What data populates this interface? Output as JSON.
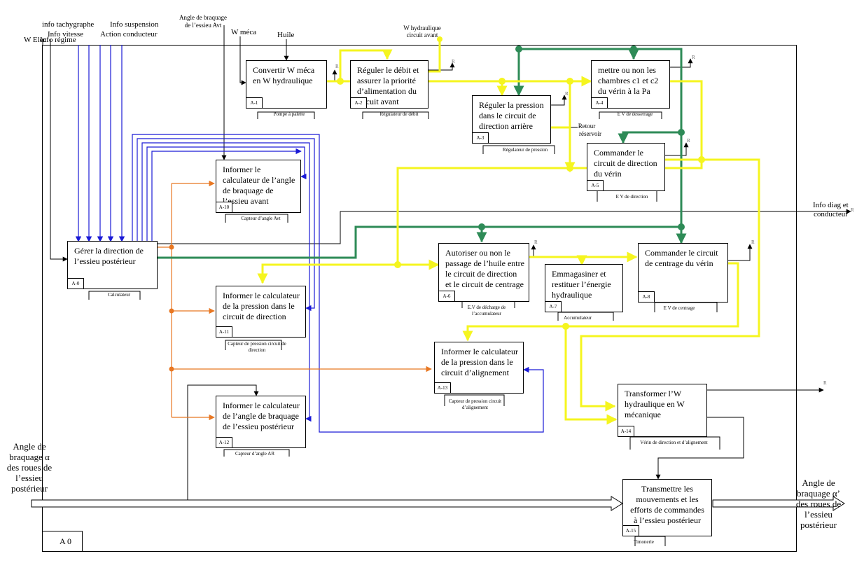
{
  "node_tag": "A 0",
  "inputs": {
    "w_elec": "W Elec",
    "info_regime": "Info régime",
    "info_tachy": "info tachygraphe",
    "info_vitesse": "Info vitesse",
    "info_suspension": "Info suspension",
    "action_conducteur": "Action conducteur",
    "angle_avt_1": "Angle de braquage",
    "angle_avt_2": "de l’essieu Avt",
    "w_meca": "W méca",
    "huile": "Huile",
    "w_hyd_1": "W hydraulique",
    "w_hyd_2": "circuit avant",
    "retour_1": "Retour",
    "retour_2": "réservoir",
    "info_diag_1": "Info diag et",
    "info_diag_2": "conducteur",
    "angle_ar_in": [
      "Angle de",
      "braquage α",
      "des roues de",
      "l’essieu",
      "postérieur"
    ],
    "angle_ar_out": [
      "Angle de",
      "braquage α’",
      "des roues de",
      "l’essieu",
      "postérieur"
    ]
  },
  "tiny_r": "R",
  "boxes": [
    {
      "id": "A-0",
      "title": "Gérer la direction de l’essieu postérieur",
      "code": "A-0",
      "mechanism": "Calculateur"
    },
    {
      "id": "A-1",
      "title": "Convertir W méca en W hydraulique",
      "code": "A-1",
      "mechanism": "Pompe à palette"
    },
    {
      "id": "A-2",
      "title": "Réguler le débit et assurer la priorité d’alimentation du circuit avant",
      "code": "A-2",
      "mechanism": "Régulateur de débit"
    },
    {
      "id": "A-3",
      "title": "Réguler la pression dans le circuit de direction arrière",
      "code": "A-3",
      "mechanism": "Régulateur de pression"
    },
    {
      "id": "A-4",
      "title": "mettre ou non les chambres c1 et c2 du vérin à la Pa",
      "code": "A-4",
      "mechanism": "E V de desserrage"
    },
    {
      "id": "A-5",
      "title": "Commander le circuit de direction du vérin",
      "code": "A-5",
      "mechanism": "E V de direction"
    },
    {
      "id": "A-6",
      "title": "Autoriser ou non le passage de l’huile entre le circuit de direction et le circuit de centrage",
      "code": "A-6",
      "mechanism": "E.V de décharge de l’accumulateur"
    },
    {
      "id": "A-7",
      "title": "Emmagasiner et restituer l’énergie hydraulique",
      "code": "A-7",
      "mechanism": "Accumulateur"
    },
    {
      "id": "A-8",
      "title": "Commander le circuit de centrage du vérin",
      "code": "A-8",
      "mechanism": "E V de centrage"
    },
    {
      "id": "A-10",
      "title": "Informer le calculateur de l’angle de braquage de l’essieu avant",
      "code": "A-10",
      "mechanism": "Capteur d’angle Avt"
    },
    {
      "id": "A-11",
      "title": "Informer le calculateur de la pression dans le circuit de direction",
      "code": "A-11",
      "mechanism": "Capteur de pression circuit de direction"
    },
    {
      "id": "A-12",
      "title": "Informer le calculateur de l’angle de braquage de l’essieu postérieur",
      "code": "A-12",
      "mechanism": "Capteur d’angle AR"
    },
    {
      "id": "A-13",
      "title": "Informer le calculateur de la pression dans le circuit d’alignement",
      "code": "A-13",
      "mechanism": "Capteur de pression circuit d’alignement"
    },
    {
      "id": "A-14",
      "title": "Transformer l’W hydraulique en W mécanique",
      "code": "A-14",
      "mechanism": "Vérin de direction et d’alignement"
    },
    {
      "id": "A-15",
      "title": "Transmettre les mouvements et les efforts de commandes à l’essieu postérieur",
      "code": "A-15",
      "mechanism": "Timonerie"
    }
  ],
  "colors": {
    "black": "#000000",
    "blue": "#1a1ad6",
    "green": "#2e8b57",
    "yellow": "#f5f51f",
    "orange": "#e87722",
    "navy": "#22229a"
  }
}
